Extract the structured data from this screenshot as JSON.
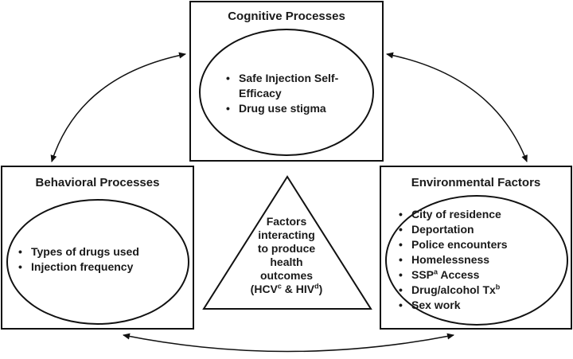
{
  "cognitive": {
    "title": "Cognitive Processes",
    "items": [
      "Safe Injection Self-Efficacy",
      "Drug use stigma"
    ]
  },
  "behavioral": {
    "title": "Behavioral Processes",
    "items": [
      "Types of drugs used",
      "Injection frequency"
    ]
  },
  "environmental": {
    "title": "Environmental Factors",
    "items": [
      {
        "text": "City of residence",
        "sup": ""
      },
      {
        "text": "Deportation",
        "sup": ""
      },
      {
        "text": "Police encounters",
        "sup": ""
      },
      {
        "text": "Homelessness",
        "sup": ""
      },
      {
        "text": "SSP",
        "sup": "a",
        "after": " Access"
      },
      {
        "text": "Drug/alcohol Tx",
        "sup": "b",
        "after": ""
      },
      {
        "text": "Sex work",
        "sup": ""
      }
    ]
  },
  "center": {
    "line1": "Factors",
    "line2": "interacting",
    "line3": "to produce",
    "line4": "health",
    "line5": "outcomes",
    "hcv": "(HCV",
    "hcv_sup": "c",
    "amp": " & HIV",
    "hiv_sup": "d",
    "close": ")"
  }
}
